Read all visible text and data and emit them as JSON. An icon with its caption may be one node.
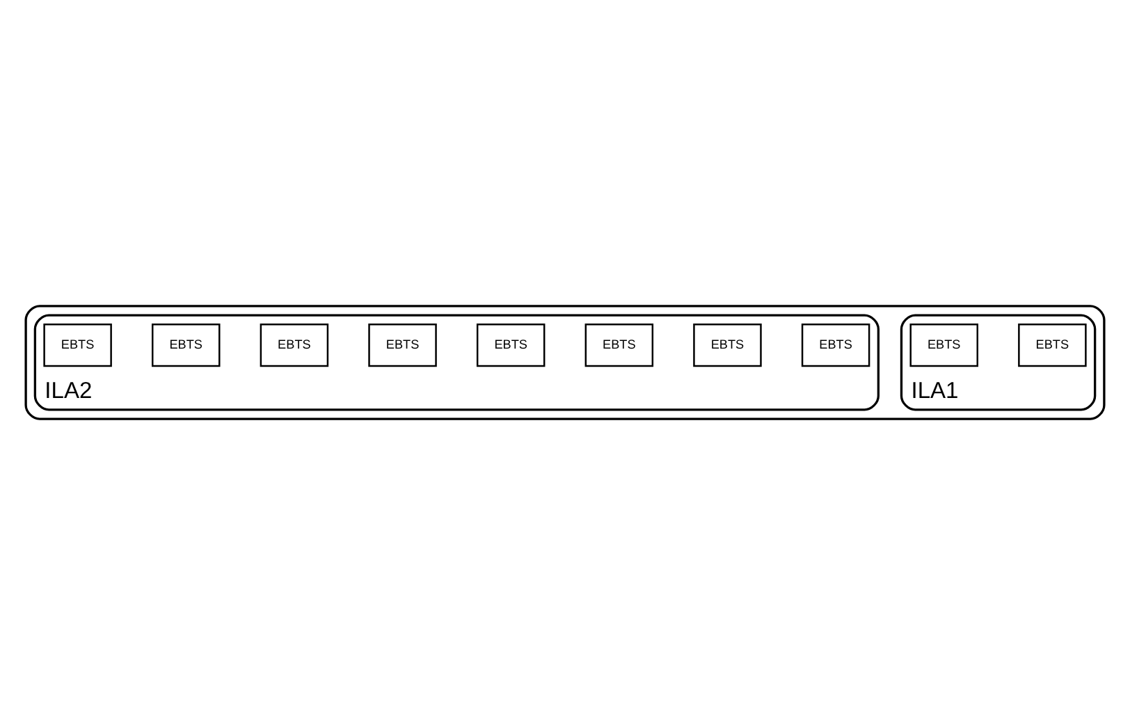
{
  "diagram": {
    "nodes": [
      {
        "text": [],
        "shape": "cloud"
      },
      {
        "text": [
          "ILA1"
        ],
        "in": 0
      },
      {
        "text": [
          "EBTS"
        ],
        "in": 1
      },
      {
        "text": [
          "EBTS"
        ],
        "in": 1
      },
      {
        "text": [
          "ILA2"
        ],
        "in": 0
      },
      {
        "text": [
          "EBTS"
        ],
        "in": 4
      },
      {
        "text": [
          "EBTS"
        ],
        "in": 4
      },
      {
        "text": [
          "EBTS"
        ],
        "in": 4
      },
      {
        "text": [
          "EBTS"
        ],
        "in": 4
      },
      {
        "text": [
          "EBTS"
        ],
        "in": 4
      },
      {
        "text": [
          "EBTS"
        ],
        "in": 4
      },
      {
        "text": [
          "EBTS"
        ],
        "in": 4
      },
      {
        "text": [
          "EBTS"
        ],
        "in": 4
      }
    ],
    "edges": []
  }
}
